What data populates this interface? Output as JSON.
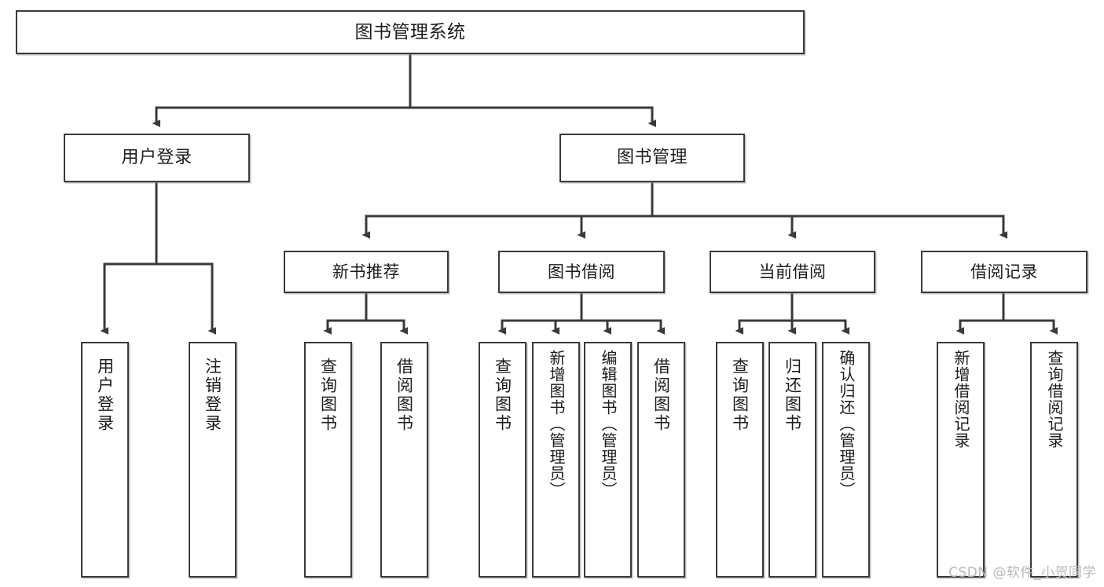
{
  "diagram": {
    "title": "图书管理系统",
    "type": "tree-hierarchy",
    "orientation": "top-down",
    "background_color": "#ffffff",
    "line_color": "#3a3a3a",
    "box_border_color": "#3a3a3a",
    "text_color": "#1c1c1c"
  },
  "root": {
    "label": "图书管理系统"
  },
  "level2": [
    {
      "label": "用户登录"
    },
    {
      "label": "图书管理"
    }
  ],
  "level3": [
    {
      "label": "新书推荐"
    },
    {
      "label": "图书借阅"
    },
    {
      "label": "当前借阅"
    },
    {
      "label": "借阅记录"
    }
  ],
  "leaves": {
    "user_login": [
      {
        "label": "用户登录"
      },
      {
        "label": "注销登录"
      }
    ],
    "new_book_recommend": [
      {
        "label": "查询图书"
      },
      {
        "label": "借阅图书"
      }
    ],
    "book_borrow": [
      {
        "label": "查询图书"
      },
      {
        "label": "新增图书（管理员）"
      },
      {
        "label": "编辑图书（管理员）"
      },
      {
        "label": "借阅图书"
      }
    ],
    "current_borrow": [
      {
        "label": "查询图书"
      },
      {
        "label": "归还图书"
      },
      {
        "label": "确认归还（管理员）"
      }
    ],
    "borrow_record": [
      {
        "label": "新增借阅记录"
      },
      {
        "label": "查询借阅记录"
      }
    ]
  },
  "watermark": {
    "text": "CSDN @软件_小贺同学"
  }
}
